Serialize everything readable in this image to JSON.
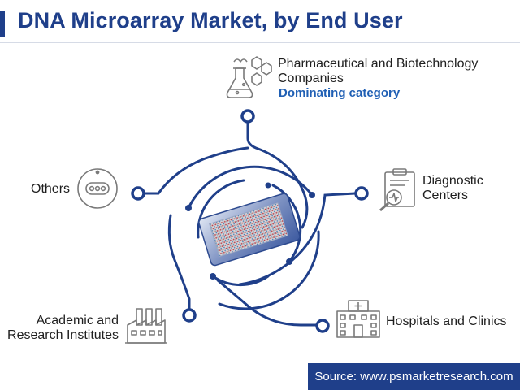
{
  "title": "DNA Microarray Market, by End User",
  "categories": [
    {
      "id": "pharma",
      "label_lines": [
        "Pharmaceutical and Biotechnology",
        "Companies"
      ],
      "tag": "Dominating category",
      "icon": "flask-molecule-icon"
    },
    {
      "id": "diagnostic",
      "label_lines": [
        "Diagnostic",
        "Centers"
      ],
      "icon": "clipboard-magnifier-icon"
    },
    {
      "id": "hospitals",
      "label_lines": [
        "Hospitals and Clinics"
      ],
      "icon": "hospital-building-icon"
    },
    {
      "id": "academic",
      "label_lines": [
        "Academic and",
        "Research Institutes"
      ],
      "icon": "factory-institute-icon"
    },
    {
      "id": "others",
      "label_lines": [
        "Others"
      ],
      "icon": "more-dots-icon"
    }
  ],
  "source": "Source: www.psmarketresearch.com",
  "colors": {
    "brand": "#1f3f8a",
    "accent": "#1f5fb4",
    "line": "#1f3f8a",
    "icon": "#7a7a7a"
  }
}
